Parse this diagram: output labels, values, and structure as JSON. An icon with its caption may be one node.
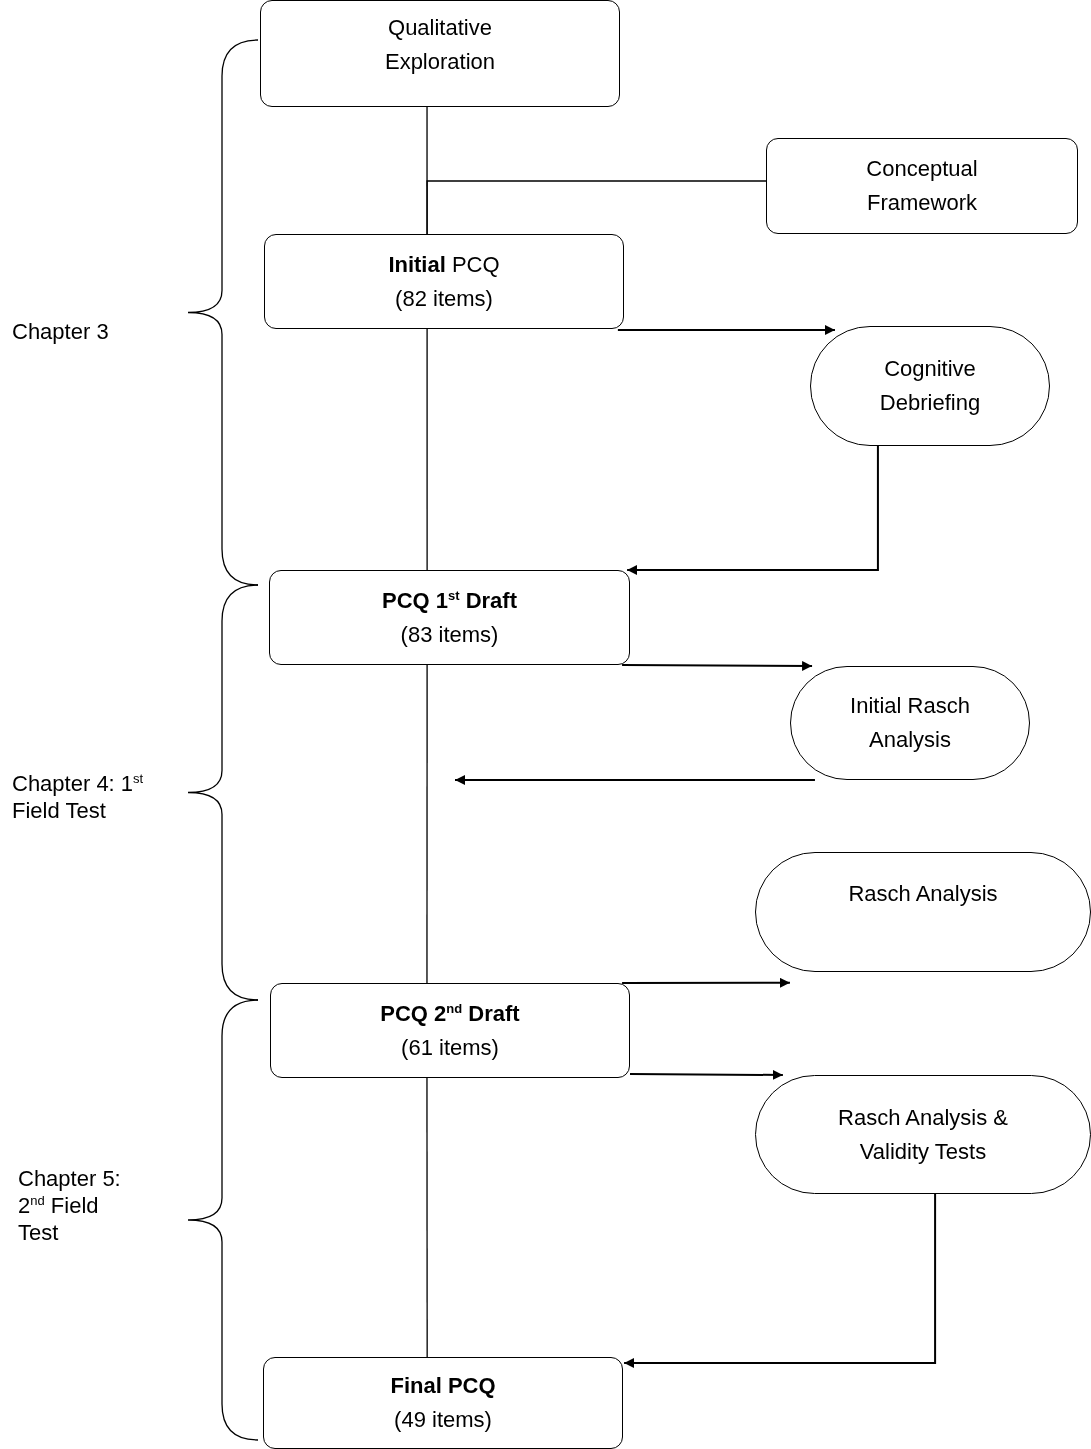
{
  "diagram": {
    "nodes": [
      {
        "text": [
          "Qualitative Exploration"
        ]
      },
      {
        "text": [
          "Conceptual Framework"
        ]
      },
      {
        "text": [
          "**Initial** PCQ",
          "(82 items)"
        ]
      },
      {
        "text": [
          "Cognitive Debriefing"
        ]
      },
      {
        "text": [
          "**PCQ 1$^{st}$ Draft**",
          "(83 items)"
        ]
      },
      {
        "text": [
          "Initial Rasch Analysis"
        ]
      },
      {
        "text": [
          "Rasch Analysis"
        ]
      },
      {
        "text": [
          "**PCQ 2$^{nd}$ Draft**",
          "(61 items)"
        ]
      },
      {
        "text": [
          "Rasch Analysis & Validity Tests"
        ]
      },
      {
        "text": [
          "**Final PCQ**",
          "(49 items)"
        ]
      }
    ],
    "edges": [
      {
        "from": 0,
        "to": 2,
        "arrow": "none"
      },
      {
        "from": 1,
        "to": 2,
        "arrow": "none"
      },
      {
        "from": 2,
        "to": 3,
        "arrow": "to"
      },
      {
        "from": 3,
        "to": 4,
        "arrow": "to"
      },
      {
        "from": 2,
        "to": 4,
        "arrow": "none"
      },
      {
        "from": 4,
        "to": 5,
        "arrow": "to"
      },
      {
        "from": 5,
        "to": null,
        "arrow": "to"
      },
      {
        "from": 4,
        "to": 7,
        "arrow": "none"
      },
      {
        "from": 7,
        "to": 6,
        "arrow": "to"
      },
      {
        "from": 7,
        "to": 8,
        "arrow": "to"
      },
      {
        "from": 7,
        "to": 9,
        "arrow": "none"
      },
      {
        "from": 8,
        "to": 9,
        "arrow": "to"
      }
    ],
    "labels": [
      "Chapter 3",
      "Chapter 4: 1$^{st}$ Field Test",
      "Chapter 5: 2$^{nd}$ Field Test"
    ]
  }
}
